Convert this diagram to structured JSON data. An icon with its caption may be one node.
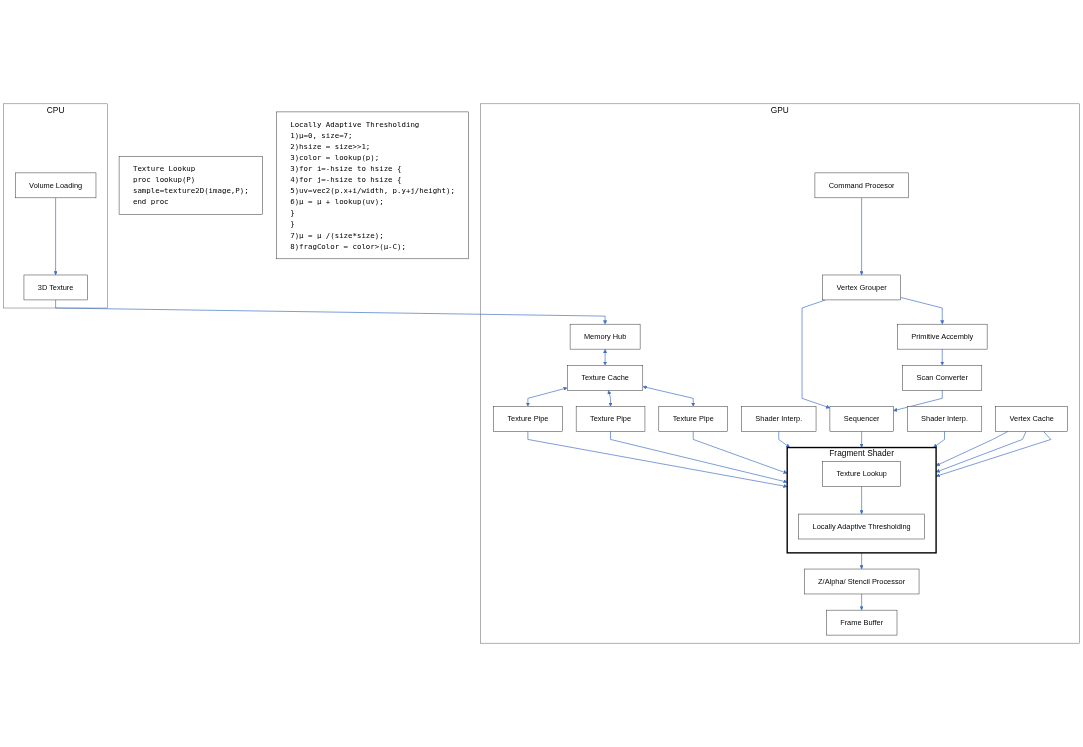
{
  "diagram": {
    "nodes": [
      {
        "text": [
          "CPU"
        ]
      },
      {
        "text": [
          "Volume Loading"
        ],
        "in": 0
      },
      {
        "text": [
          "3D Texture"
        ],
        "in": 0
      },
      {
        "text": [
          "GPU"
        ]
      },
      {
        "text": [
          "Memory Hub"
        ],
        "in": 3
      },
      {
        "text": [
          "Texture Cache"
        ],
        "in": 3
      },
      {
        "text": [
          "Texture Pipe"
        ],
        "in": 3
      },
      {
        "text": [
          "Texture Pipe"
        ],
        "in": 3
      },
      {
        "text": [
          "Texture Pipe"
        ],
        "in": 3
      },
      {
        "text": [
          "Command Procesor"
        ],
        "in": 3
      },
      {
        "text": [
          "Vertex Grouper"
        ],
        "in": 3
      },
      {
        "text": [
          "Primitive Accembly"
        ],
        "in": 3
      },
      {
        "text": [
          "Scan Converter"
        ],
        "in": 3
      },
      {
        "text": [
          "Shader Interp."
        ],
        "in": 3
      },
      {
        "text": [
          "Sequencer"
        ],
        "in": 3
      },
      {
        "text": [
          "Shader Interp."
        ],
        "in": 3
      },
      {
        "text": [
          "Fragment Shader"
        ],
        "in": 3
      },
      {
        "text": [
          "Texture Lookup"
        ],
        "in": 16
      },
      {
        "text": [
          "Locally Adaptive Thresholding"
        ],
        "in": 16
      },
      {
        "text": [
          "Z/Alpha/ Stencil Processor"
        ],
        "in": 3
      },
      {
        "text": [
          "Frame Buffer"
        ],
        "in": 3
      },
      {
        "text": [
          "Vertex Cache"
        ],
        "in": 3
      },
      {
        "text": [
          "Texture Lookup",
          "proc lookup(P)",
          "sample=texture2D(image,P);",
          "end proc"
        ]
      },
      {
        "text": [
          "Locally Adaptive Thresholding",
          "1)µ=0, size=7;",
          "2)hsize = size>>1;",
          "3)color = lookup(p);",
          "3)for i=-hsize to hsize {",
          "4)for j=-hsize to hsize {",
          "5)uv=vec2(p.x+i/width, p.y+j/height);",
          "6)µ = µ + lookup(uv);",
          "}",
          "}",
          "7)µ = µ /(size*size);",
          "8)fragColor = color>(µ-C);"
        ]
      }
    ],
    "edges": [
      {
        "from": 1,
        "to": 2,
        "arrow": "to"
      },
      {
        "from": 2,
        "to": 4,
        "arrow": "to"
      },
      {
        "from": 4,
        "to": 5,
        "arrow": "both"
      },
      {
        "from": 5,
        "to": 6,
        "arrow": "both"
      },
      {
        "from": 5,
        "to": 7,
        "arrow": "both"
      },
      {
        "from": 5,
        "to": 8,
        "arrow": "both"
      },
      {
        "from": 6,
        "to": 16,
        "arrow": "to"
      },
      {
        "from": 7,
        "to": 16,
        "arrow": "to"
      },
      {
        "from": 8,
        "to": 16,
        "arrow": "to"
      },
      {
        "from": 9,
        "to": 10,
        "arrow": "to"
      },
      {
        "from": 10,
        "to": 11,
        "arrow": "to"
      },
      {
        "from": 11,
        "to": 12,
        "arrow": "to"
      },
      {
        "from": 10,
        "to": 14,
        "arrow": "to"
      },
      {
        "from": 12,
        "to": 14,
        "arrow": "to"
      },
      {
        "from": 13,
        "to": 16,
        "arrow": "to"
      },
      {
        "from": 14,
        "to": 16,
        "arrow": "to"
      },
      {
        "from": 15,
        "to": 16,
        "arrow": "to"
      },
      {
        "from": 17,
        "to": 18,
        "arrow": "to"
      },
      {
        "from": 16,
        "to": 19,
        "arrow": "to"
      },
      {
        "from": 19,
        "to": 20,
        "arrow": "to"
      },
      {
        "from": 21,
        "to": 16,
        "arrow": "to"
      },
      {
        "from": 21,
        "to": 16,
        "arrow": "to"
      },
      {
        "from": 21,
        "to": 16,
        "arrow": "to"
      }
    ]
  }
}
